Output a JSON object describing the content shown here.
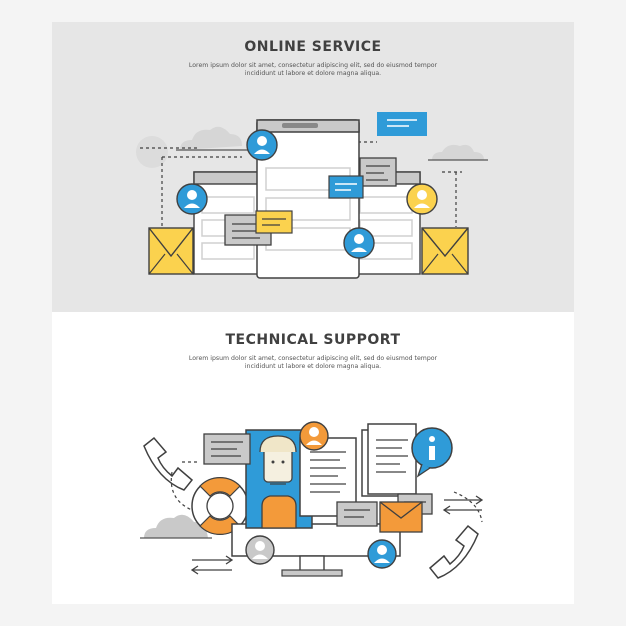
{
  "online_service": {
    "title": "ONLINE SERVICE",
    "description_line1": "Lorem ipsum dolor sit amet, consectetur adipiscing elit, sed do eiusmod tempor",
    "description_line2": "incididunt ut labore et dolore magna aliqua."
  },
  "technical_support": {
    "title": "TECHNICAL SUPPORT",
    "description_line1": "Lorem ipsum dolor sit amet, consectetur adipiscing elit, sed do eiusmod tempor",
    "description_line2": "incididunt ut labore et dolore magna aliqua."
  },
  "colors": {
    "background": "#f4f4f4",
    "panel_gray": "#e6e6e6",
    "outline": "#404040",
    "blue": "#2f9bd8",
    "orange": "#f39a3a",
    "yellow": "#fbd24e",
    "gray_fill": "#c9c9c9"
  },
  "icons": [
    "user-avatar-icon",
    "envelope-icon",
    "chat-bubble-icon",
    "cloud-icon",
    "phone-icon",
    "info-icon",
    "lifebuoy-icon",
    "monitor-icon",
    "arrows-icon",
    "document-icon"
  ]
}
